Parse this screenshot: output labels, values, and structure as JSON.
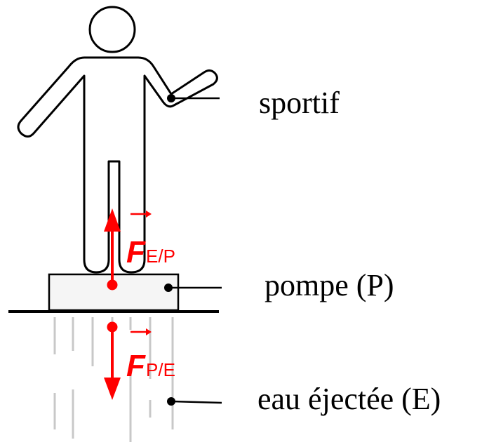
{
  "labels": {
    "athlete": "sportif",
    "pump": "pompe (P)",
    "water": "eau éjectée (E)"
  },
  "forces": {
    "on_pump": {
      "symbol": "F",
      "subscript": "E/P",
      "direction": "up"
    },
    "on_water": {
      "symbol": "F",
      "subscript": "P/E",
      "direction": "down"
    }
  },
  "colors": {
    "ink": "#000000",
    "force": "#ff0000",
    "water": "#c8c8c8",
    "pump_fill": "#f5f5f5"
  }
}
